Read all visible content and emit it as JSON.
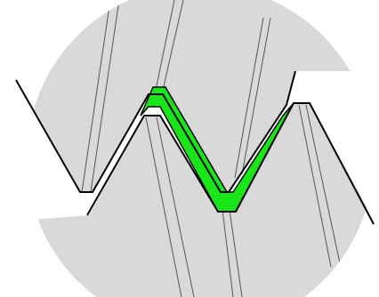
{
  "colors": {
    "background": "#ffffff",
    "disc": "#d9d9d9",
    "outline": "#000000",
    "highlight": "#19e619",
    "helix_line": "#555555"
  },
  "figure": {
    "name": "thread-profile-cross-section",
    "parts": [
      "upper-threaded-part",
      "lower-threaded-part",
      "highlighted-thread-gap"
    ]
  }
}
